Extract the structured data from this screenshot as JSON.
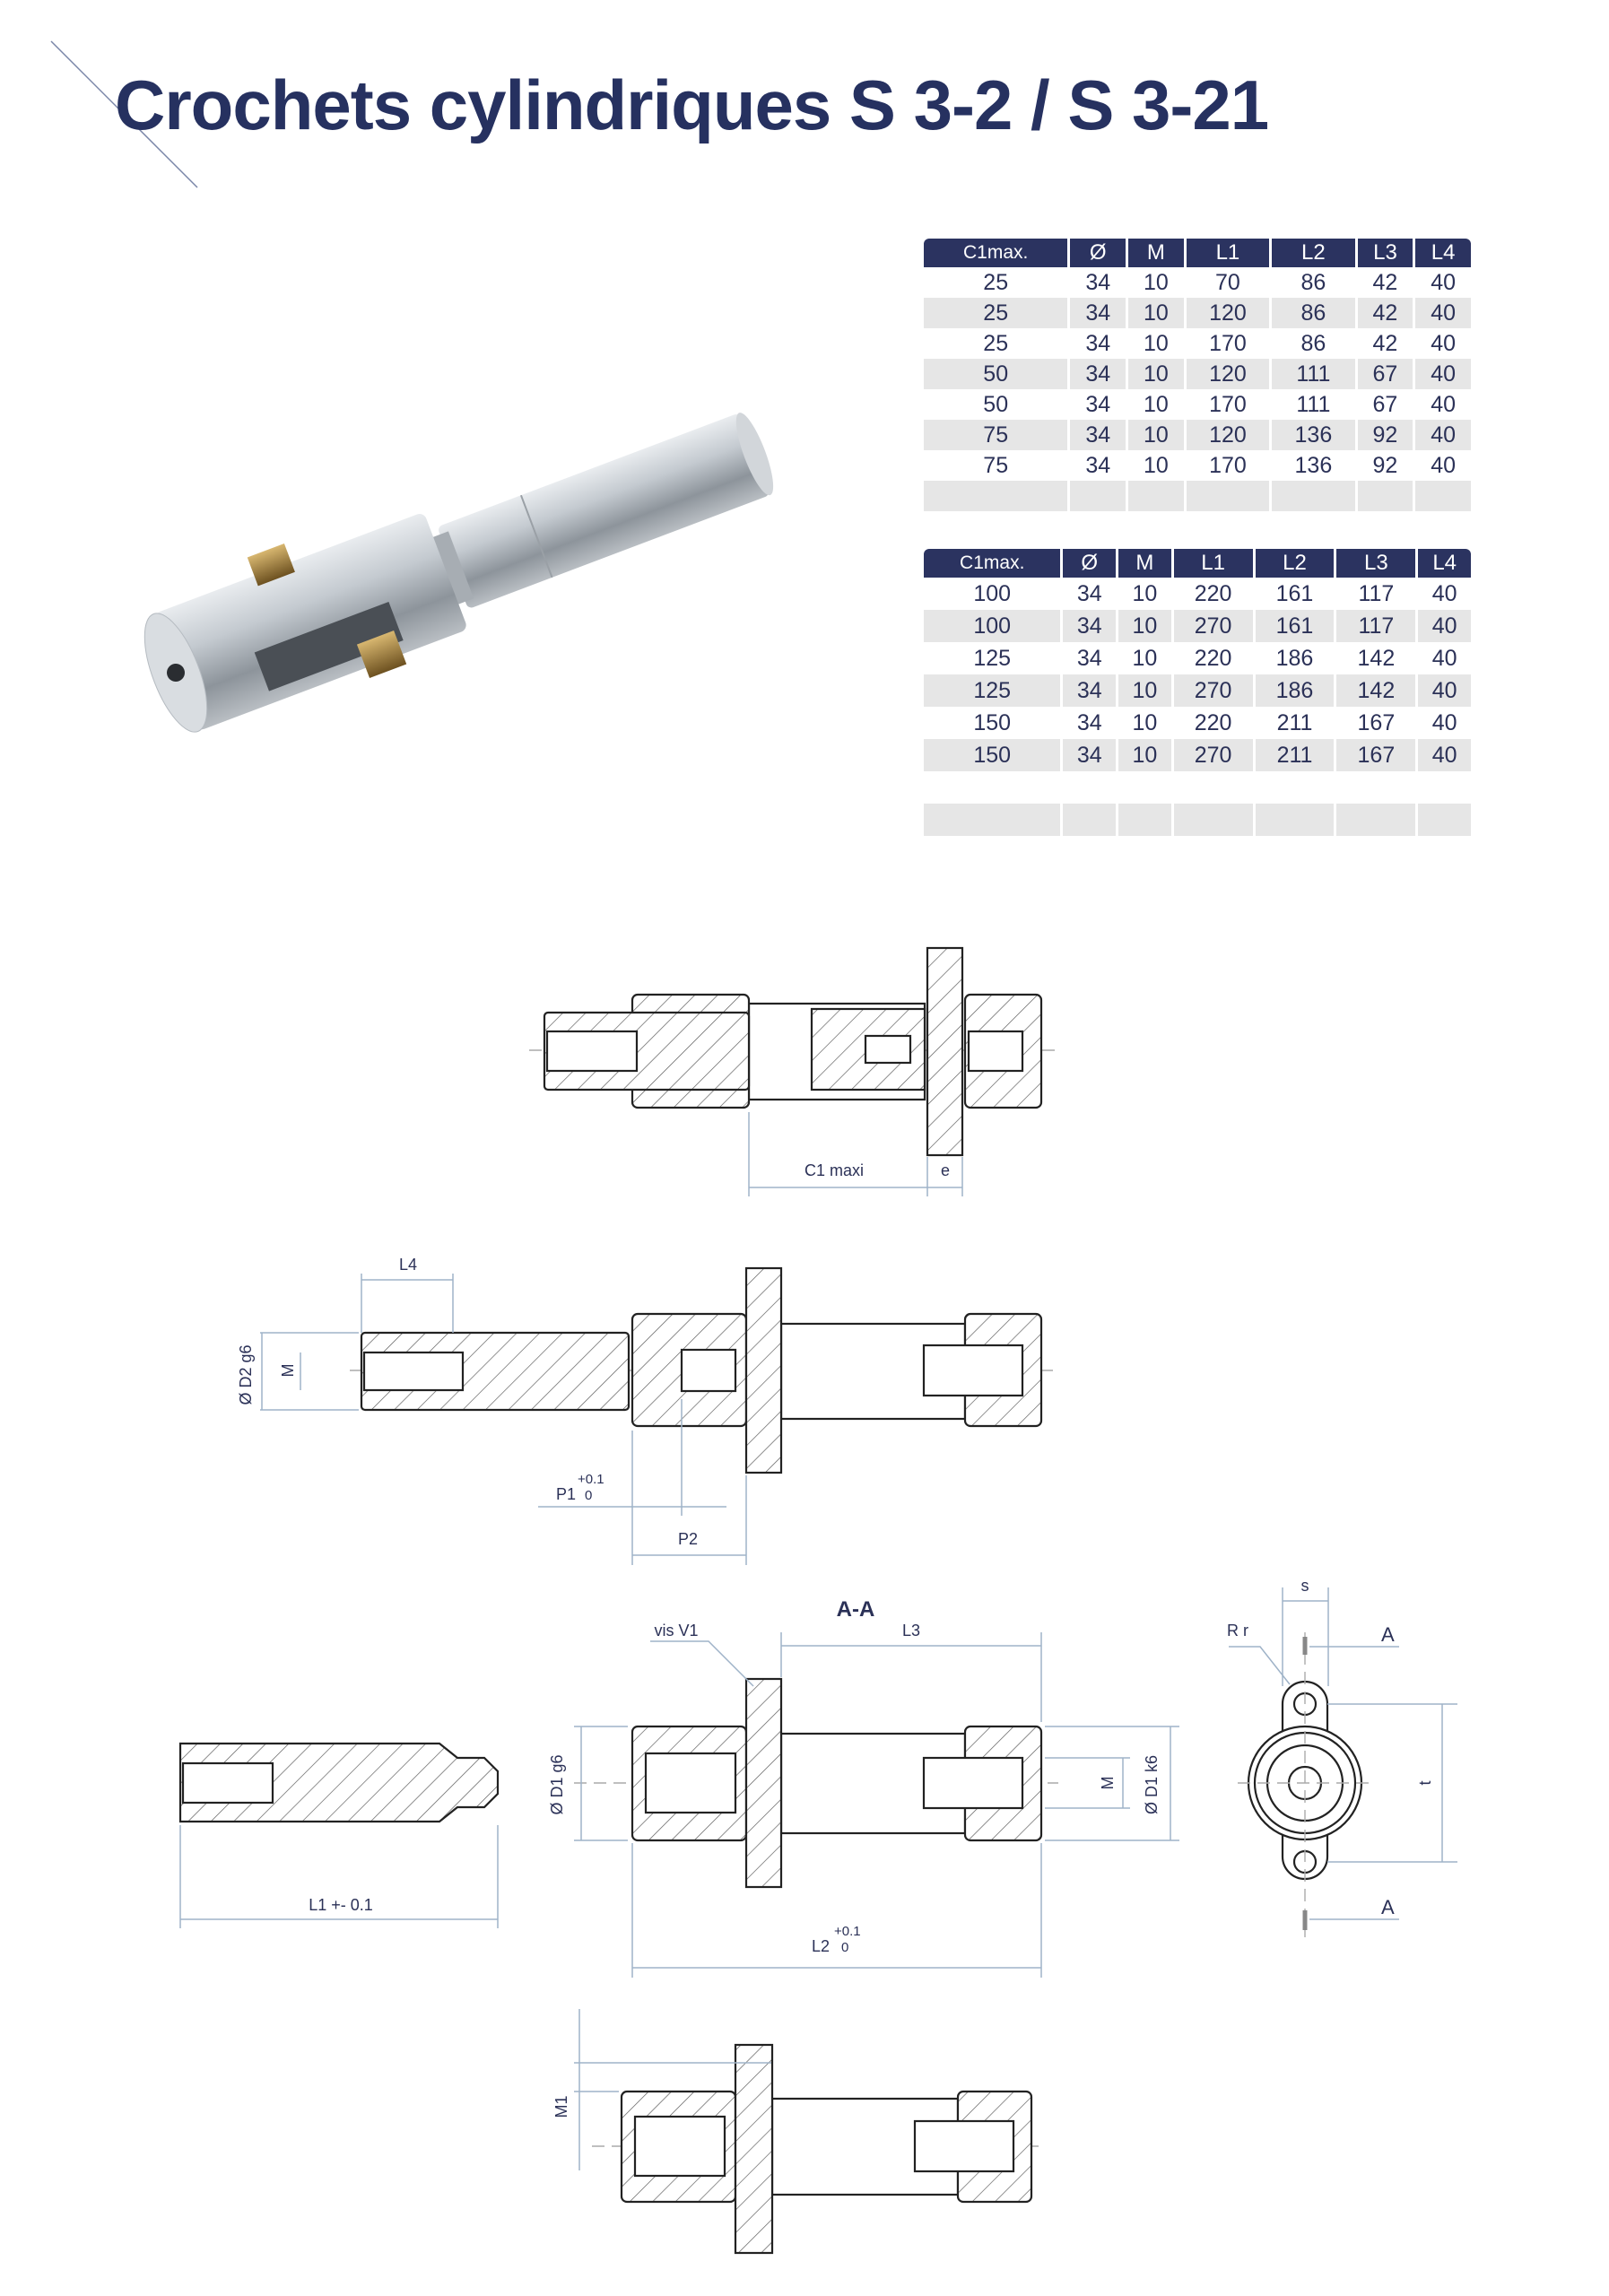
{
  "title": "Crochets cylindriques S 3-2 / S 3-21",
  "colors": {
    "navy": "#263160",
    "header_bg": "#2b3360",
    "row_alt": "#e6e6e6",
    "dimension": "#9fb3c8"
  },
  "table1": {
    "headers": [
      "C1max.",
      "Ø",
      "M",
      "L1",
      "L2",
      "L3",
      "L4"
    ],
    "rows": [
      [
        "25",
        "34",
        "10",
        "70",
        "86",
        "42",
        "40"
      ],
      [
        "25",
        "34",
        "10",
        "120",
        "86",
        "42",
        "40"
      ],
      [
        "25",
        "34",
        "10",
        "170",
        "86",
        "42",
        "40"
      ],
      [
        "50",
        "34",
        "10",
        "120",
        "111",
        "67",
        "40"
      ],
      [
        "50",
        "34",
        "10",
        "170",
        "111",
        "67",
        "40"
      ],
      [
        "75",
        "34",
        "10",
        "120",
        "136",
        "92",
        "40"
      ],
      [
        "75",
        "34",
        "10",
        "170",
        "136",
        "92",
        "40"
      ]
    ]
  },
  "table2": {
    "headers": [
      "C1max.",
      "Ø",
      "M",
      "L1",
      "L2",
      "L3",
      "L4"
    ],
    "rows": [
      [
        "100",
        "34",
        "10",
        "220",
        "161",
        "117",
        "40"
      ],
      [
        "100",
        "34",
        "10",
        "270",
        "161",
        "117",
        "40"
      ],
      [
        "125",
        "34",
        "10",
        "220",
        "186",
        "142",
        "40"
      ],
      [
        "125",
        "34",
        "10",
        "270",
        "186",
        "142",
        "40"
      ],
      [
        "150",
        "34",
        "10",
        "220",
        "211",
        "167",
        "40"
      ],
      [
        "150",
        "34",
        "10",
        "270",
        "211",
        "167",
        "40"
      ]
    ]
  },
  "drawing_labels": {
    "c1_maxi": "C1 maxi",
    "e": "e",
    "l4": "L4",
    "d2_g6": "Ø D2 g6",
    "m": "M",
    "p1": "P1",
    "p1_tol_upper": "+0.1",
    "p1_tol_lower": "0",
    "p2": "P2",
    "section": "A-A",
    "vis_v1": "vis V1",
    "l3": "L3",
    "l1_tol": "L1  +- 0.1",
    "d1_g6": "Ø D1 g6",
    "m_right": "M",
    "d1_k6": "Ø D1 k6",
    "l2": "L2",
    "l2_tol_upper": "+0.1",
    "l2_tol_lower": "0",
    "s": "s",
    "r": "R  r",
    "a_top": "A",
    "a_bottom": "A",
    "t": "t",
    "m1": "M1"
  }
}
